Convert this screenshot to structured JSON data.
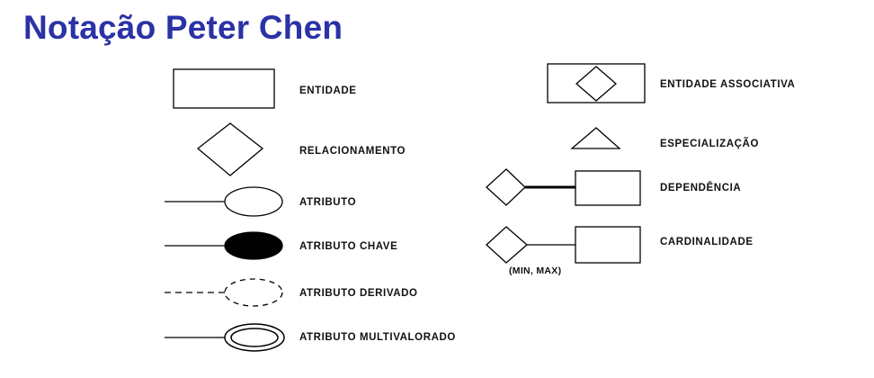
{
  "title": "Notação Peter Chen",
  "legend": {
    "entidade": "ENTIDADE",
    "relacionamento": "RELACIONAMENTO",
    "atributo": "ATRIBUTO",
    "atributo_chave": "ATRIBUTO CHAVE",
    "atributo_derivado": "ATRIBUTO DERIVADO",
    "atributo_multivalorado": "ATRIBUTO MULTIVALORADO",
    "entidade_associativa": "ENTIDADE ASSOCIATIVA",
    "especializacao": "ESPECIALIZAÇÃO",
    "dependencia": "DEPENDÊNCIA",
    "cardinalidade": "CARDINALIDADE",
    "cardinalidade_note": "(MIN, MAX)"
  }
}
